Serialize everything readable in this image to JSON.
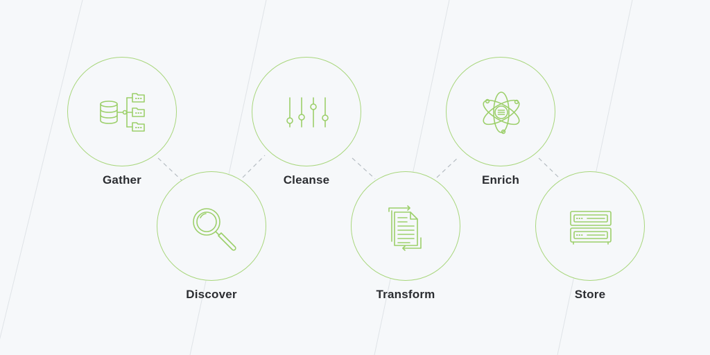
{
  "colors": {
    "background": "#f6f8fa",
    "circle_stroke": "#a8d67c",
    "icon_stroke": "#9ccf6a",
    "connector": "#b5bcc2",
    "diagonal_lines": "#dfe3e7",
    "label_text": "#2b2d31"
  },
  "steps": [
    {
      "label": "Gather",
      "icon": "database-folders-icon"
    },
    {
      "label": "Discover",
      "icon": "magnifier-icon"
    },
    {
      "label": "Cleanse",
      "icon": "sliders-icon"
    },
    {
      "label": "Transform",
      "icon": "documents-transform-icon"
    },
    {
      "label": "Enrich",
      "icon": "atom-icon"
    },
    {
      "label": "Store",
      "icon": "server-storage-icon"
    }
  ]
}
